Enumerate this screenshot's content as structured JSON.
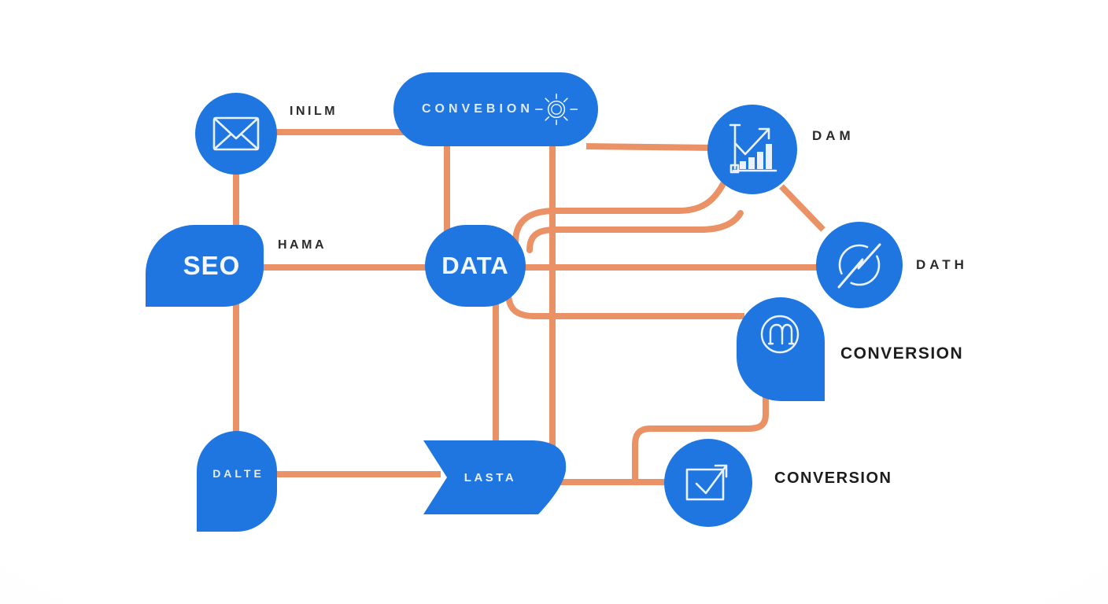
{
  "meta": {
    "description": "Marketing data flow diagram with blue nodes connected by orange lines",
    "colors": {
      "node_blue": "#1f76e0",
      "wire_orange": "#eb9166",
      "label_ink": "#2b2b2b",
      "icon_white": "#e9f2fe",
      "background": "#fbfbfb"
    }
  },
  "icons": {
    "envelope-icon": "envelope outline (email)",
    "sun-icon": "sun / gear burst with side dashes",
    "bar-chart-icon": "axis with rising bars, check and up-right arrow",
    "trend-slash-icon": "broken circle crossed by zigzag trend line",
    "m-badge-icon": "circle badge containing m glyph",
    "checkbox-arrow-icon": "square with checkmark turning into up-right arrow"
  },
  "nodes": {
    "pill": {
      "label": "CONVEBION"
    },
    "seo": {
      "label": "SEO"
    },
    "data": {
      "label": "DATA"
    },
    "dalte": {
      "label": "DALTE"
    },
    "lasta": {
      "label": "LASTA"
    }
  },
  "annotations": {
    "inilm": "INILM",
    "dam": "DAM",
    "hama": "HAMA",
    "dath": "DATH",
    "conversion_mid": "CONVERSION",
    "conversion_bottom": "CONVERSION"
  }
}
